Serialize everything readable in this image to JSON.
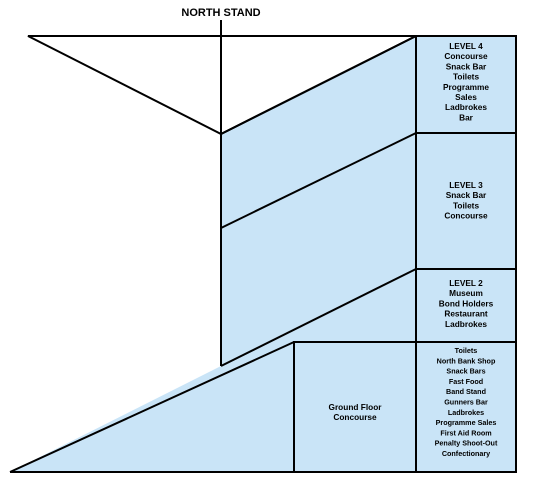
{
  "title": "NORTH STAND",
  "colors": {
    "fill": "#c9e4f7",
    "stroke": "#000000",
    "background": "#ffffff"
  },
  "levels": [
    {
      "id": "level-4",
      "lines": [
        "LEVEL 4",
        "Concourse",
        "Snack Bar",
        "Toilets",
        "Programme",
        "Sales",
        "Ladbrokes",
        "Bar"
      ]
    },
    {
      "id": "level-3",
      "lines": [
        "LEVEL 3",
        "Snack Bar",
        "Toilets",
        "Concourse"
      ]
    },
    {
      "id": "level-2",
      "lines": [
        "LEVEL 2",
        "Museum",
        "Bond Holders",
        "Restaurant",
        "Ladbrokes"
      ]
    },
    {
      "id": "ground-facilities",
      "lines": [
        "Toilets",
        "North Bank Shop",
        "Snack Bars",
        "Fast Food",
        "Band Stand",
        "Gunners Bar",
        "Ladbrokes",
        "Programme Sales",
        "First Aid Room",
        "Penalty Shoot-Out",
        "Confectionary"
      ]
    }
  ],
  "ground_floor": {
    "lines": [
      "Ground Floor",
      "Concourse"
    ]
  }
}
